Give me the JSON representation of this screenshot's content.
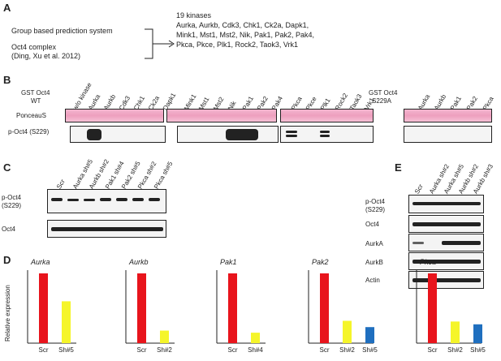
{
  "panels": {
    "A": "A",
    "B": "B",
    "C": "C",
    "D": "D",
    "E": "E"
  },
  "panelA": {
    "left1": "Group based prediction system",
    "left2": "Oct4 complex",
    "left3": "(Ding, Xu et al. 2012)",
    "right_title": "19 kinases",
    "right1": "Aurka, Aurkb, Cdk3, Chk1, Ck2a, Dapk1,",
    "right2": "Mink1, Mst1, Mst2, Nik, Pak1, Pak2, Pak4,",
    "right3": "Pkca, Pkce, Plk1, Rock2, Taok3, Vrk1"
  },
  "panelB": {
    "wt_label1": "GST Oct4",
    "wt_label2": "WT",
    "mut_label1": "GST Oct4",
    "mut_label2": "S229A",
    "row1": "PonceauS",
    "row2": "p-Oct4 (S229)",
    "lanes1": [
      "w/o kinase",
      "Aurka",
      "Aurkb",
      "Cdk3",
      "Chk1",
      "Ck2a",
      "Dapk1"
    ],
    "lanes2": [
      "Mink1",
      "Mst1",
      "Mst2",
      "Nik",
      "Pak1",
      "Pak2",
      "Pak4"
    ],
    "lanes3": [
      "Pkca",
      "Pkce",
      "Plk1",
      "Rock2",
      "Taok3",
      "Vrk1"
    ],
    "lanes4": [
      "Aurka",
      "Aurkb",
      "Pak1",
      "Pak2",
      "Pkca"
    ]
  },
  "panelC": {
    "lanes": [
      "Scr",
      "Aurka sh#5",
      "Aurkb sh#2",
      "Pak1 sh#4",
      "Pak2 sh#5",
      "Pkca sh#2",
      "Pkca sh#5"
    ],
    "row1a": "p-Oct4",
    "row1b": "(S229)",
    "row2": "Oct4"
  },
  "panelE": {
    "lanes": [
      "Scr",
      "Aurka sh#2",
      "Aurka sh#5",
      "Aurkb sh#2",
      "Aurkb sh#3"
    ],
    "rows": [
      "p-Oct4",
      "(S229)",
      "Oct4",
      "AurkA",
      "AurkB",
      "Actin"
    ]
  },
  "chart_data": [
    {
      "type": "bar",
      "title": "Aurka",
      "categories": [
        "Scr",
        "Sh#5"
      ],
      "values": [
        1.0,
        0.6
      ],
      "ylabel": "Relative expression",
      "ylim": [
        0,
        1
      ],
      "colors": [
        "#e8141c",
        "#f5f52a"
      ]
    },
    {
      "type": "bar",
      "title": "Aurkb",
      "categories": [
        "Scr",
        "Sh#2"
      ],
      "values": [
        1.0,
        0.18
      ],
      "ylim": [
        0,
        1
      ],
      "colors": [
        "#e8141c",
        "#f5f52a"
      ]
    },
    {
      "type": "bar",
      "title": "Pak1",
      "categories": [
        "Scr",
        "Sh#4"
      ],
      "values": [
        1.0,
        0.15
      ],
      "ylim": [
        0,
        1
      ],
      "colors": [
        "#e8141c",
        "#f5f52a"
      ]
    },
    {
      "type": "bar",
      "title": "Pak2",
      "categories": [
        "Scr",
        "Sh#2",
        "Sh#5"
      ],
      "values": [
        1.0,
        0.32,
        0.23
      ],
      "ylim": [
        0,
        1
      ],
      "colors": [
        "#e8141c",
        "#f5f52a",
        "#1f6fbf"
      ]
    },
    {
      "type": "bar",
      "title": "Pkca",
      "categories": [
        "Scr",
        "Sh#2",
        "Sh#5"
      ],
      "values": [
        1.0,
        0.31,
        0.27
      ],
      "ylim": [
        0,
        1
      ],
      "colors": [
        "#e8141c",
        "#f5f52a",
        "#1f6fbf"
      ]
    }
  ]
}
